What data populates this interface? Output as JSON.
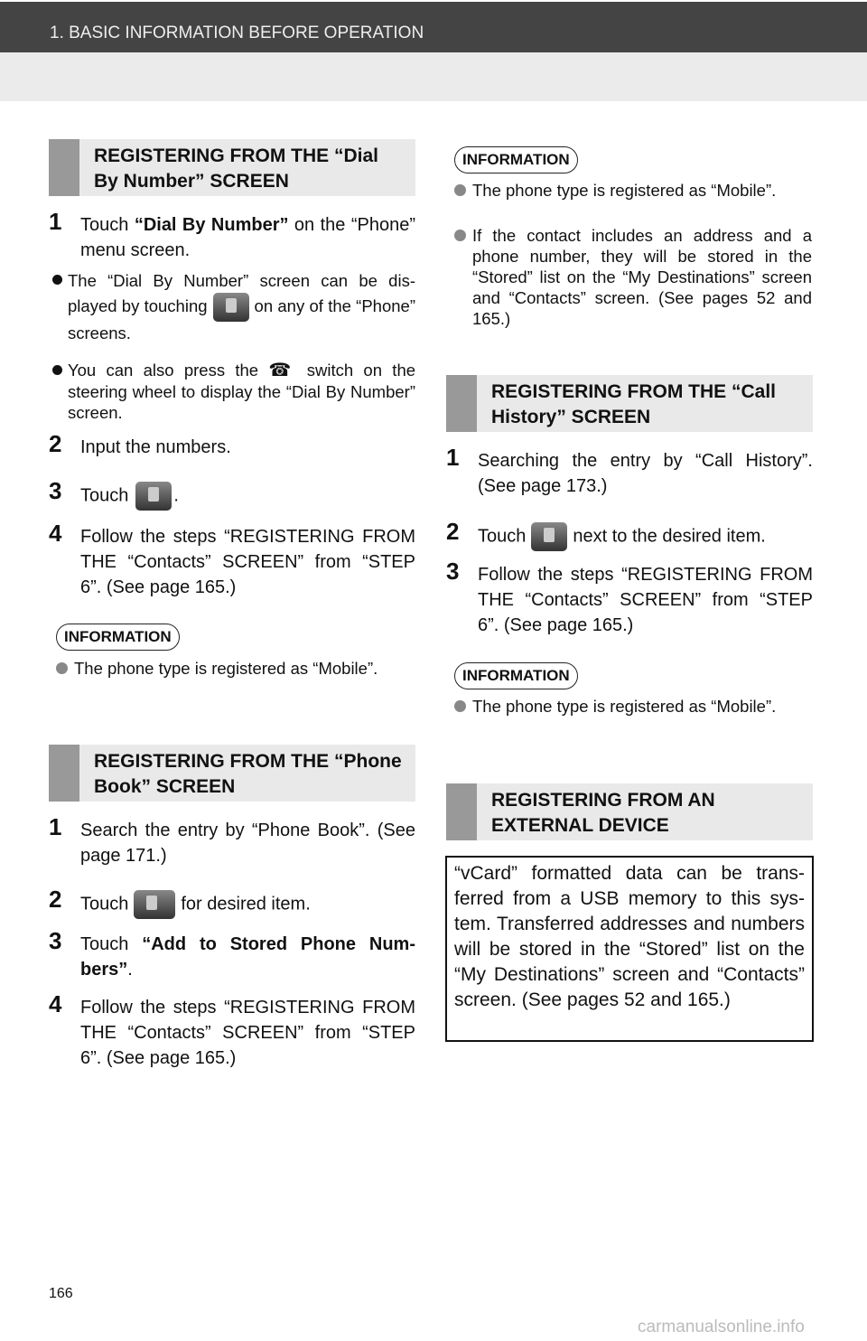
{
  "header": {
    "title": "1. BASIC INFORMATION BEFORE OPERATION"
  },
  "left": {
    "sec1": "REGISTERING FROM THE “Dial By Number” SCREEN",
    "s1": {
      "n": "1",
      "pre": "Touch ",
      "bold": "“Dial By Number”",
      "post": " on the “Phone” menu screen."
    },
    "b1": {
      "pre": "The “Dial By Number” screen can be dis-played by touching",
      "post": "on any of the “Phone” screens."
    },
    "b2": {
      "pre": "You can also press the",
      "post": "switch on the steering wheel to display the “Dial By Number” screen."
    },
    "s2": {
      "n": "2",
      "text": "Input the numbers."
    },
    "s3": {
      "n": "3",
      "pre": "Touch",
      "post": "."
    },
    "s4": {
      "n": "4",
      "text": "Follow the steps “REGISTERING FROM THE “Contacts” SCREEN” from “STEP 6”. (See page 165.)"
    },
    "info": "INFORMATION",
    "ib1": "The phone type is registered as “Mobile”.",
    "sec2": "REGISTERING FROM THE “Phone Book” SCREEN",
    "p1": {
      "n": "1",
      "text": "Search the entry by “Phone Book”. (See page 171.)"
    },
    "p2": {
      "n": "2",
      "pre": "Touch",
      "post": "for desired item."
    },
    "p3": {
      "n": "3",
      "pre": "Touch ",
      "bold": "“Add to Stored Phone Num-bers”",
      "post": "."
    },
    "p4": {
      "n": "4",
      "text": "Follow the steps “REGISTERING FROM THE “Contacts” SCREEN” from “STEP 6”. (See page 165.)"
    }
  },
  "right": {
    "info": "INFORMATION",
    "ib1": "The phone type is registered as “Mobile”.",
    "ib2": "If the contact includes an address and a phone number, they will be stored in the “Stored” list on the “My Destinations” screen and “Contacts” screen. (See pages 52 and 165.)",
    "sec3": "REGISTERING FROM THE “Call History” SCREEN",
    "c1": {
      "n": "1",
      "text": "Searching the entry by “Call History”. (See page 173.)"
    },
    "c2": {
      "n": "2",
      "pre": "Touch",
      "post": "next to the desired item."
    },
    "c3": {
      "n": "3",
      "text": "Follow the steps “REGISTERING FROM THE “Contacts” SCREEN” from “STEP 6”. (See page 165.)"
    },
    "info2": "INFORMATION",
    "ib3": "The phone type is registered as “Mobile”.",
    "sec4": "REGISTERING FROM AN EXTERNAL DEVICE",
    "box": "“vCard” formatted data can be trans-ferred from a USB memory to this sys-tem. Transferred addresses and numbers will be stored in the “Stored” list on the “My Destinations” screen and “Contacts” screen. (See pages 52 and 165.)"
  },
  "page_number": "166",
  "watermark": "carmanualsonline.info"
}
